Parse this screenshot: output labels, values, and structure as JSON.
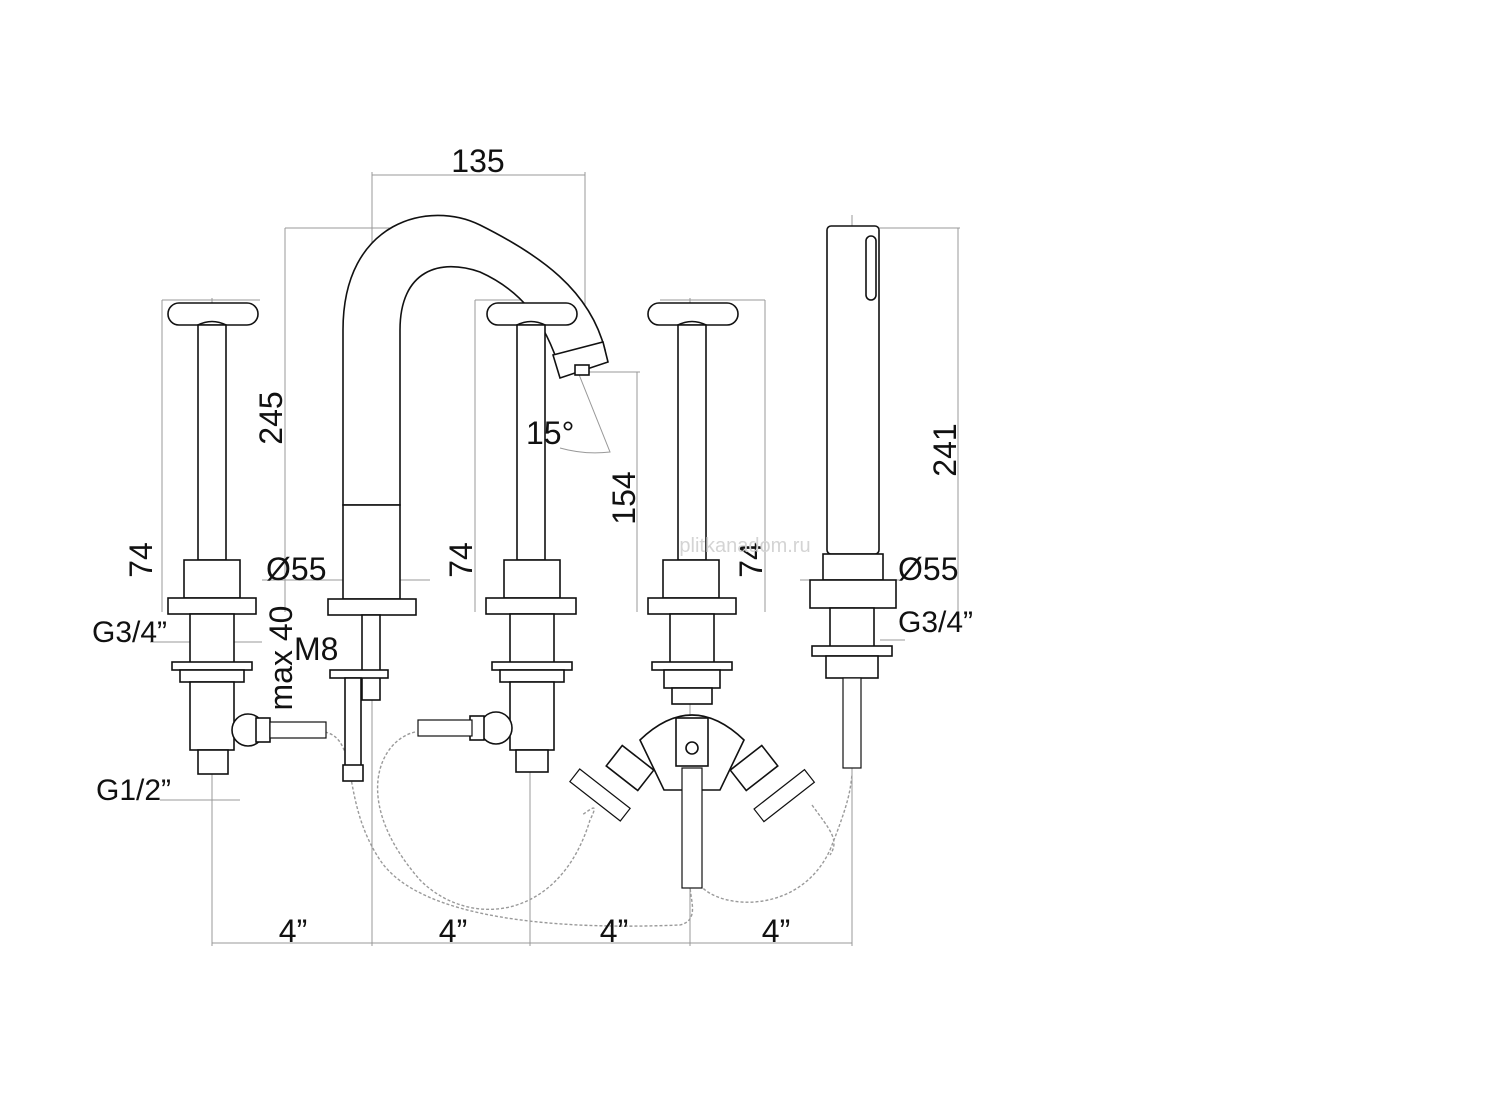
{
  "dimensions": {
    "spout_reach": "135",
    "spout_height": "245",
    "spout_angle": "15°",
    "outlet_height": "154",
    "handshower_height": "241",
    "handle_height_left": "74",
    "handle_height_center": "74",
    "handle_height_right": "74",
    "spout_base_diameter": "Ø55",
    "handshower_base_diameter": "Ø55",
    "max_deck_thickness": "max 40",
    "fixing_rod": "M8",
    "valve_thread_left": "G3/4”",
    "handshower_thread": "G3/4”",
    "inlet_thread": "G1/2”",
    "spacing_1": "4”",
    "spacing_2": "4”",
    "spacing_3": "4”",
    "spacing_4": "4”"
  },
  "watermark": "plitkanadom.ru"
}
